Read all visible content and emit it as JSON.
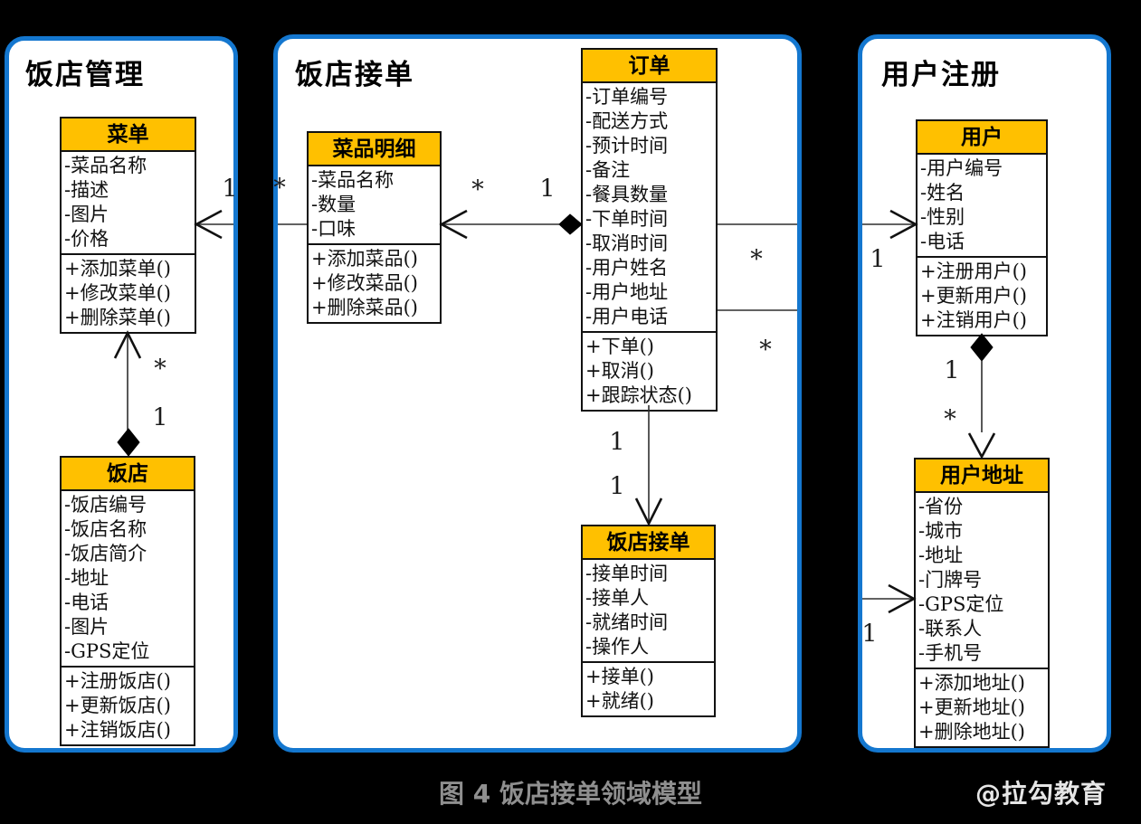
{
  "figure": {
    "caption": "图 4 饭店接单领域模型",
    "watermark": "@拉勾教育"
  },
  "colors": {
    "background": "#000000",
    "panel_border": "#1477CF",
    "class_header_fill": "#FFC000",
    "class_border": "#111111",
    "caption_text": "#8f8f8f",
    "watermark_text": "#e6e6e6"
  },
  "panels": [
    {
      "title": "饭店管理"
    },
    {
      "title": "饭店接单"
    },
    {
      "title": "用户注册"
    }
  ],
  "classes": [
    {
      "name": "菜单",
      "attributes": [
        "-菜品名称",
        "-描述",
        "-图片",
        "-价格"
      ],
      "methods": [
        "+添加菜单()",
        "+修改菜单()",
        "+删除菜单()"
      ]
    },
    {
      "name": "饭店",
      "attributes": [
        "-饭店编号",
        "-饭店名称",
        "-饭店简介",
        "-地址",
        "-电话",
        "-图片",
        "-GPS定位"
      ],
      "methods": [
        "+注册饭店()",
        "+更新饭店()",
        "+注销饭店()"
      ]
    },
    {
      "name": "菜品明细",
      "attributes": [
        "-菜品名称",
        "-数量",
        "-口味"
      ],
      "methods": [
        "+添加菜品()",
        "+修改菜品()",
        "+删除菜品()"
      ]
    },
    {
      "name": "订单",
      "attributes": [
        "-订单编号",
        "-配送方式",
        "-预计时间",
        "-备注",
        "-餐具数量",
        "-下单时间",
        "-取消时间",
        "-用户姓名",
        "-用户地址",
        "-用户电话"
      ],
      "methods": [
        "+下单()",
        "+取消()",
        "+跟踪状态()"
      ]
    },
    {
      "name": "饭店接单",
      "attributes": [
        "-接单时间",
        "-接单人",
        "-就绪时间",
        "-操作人"
      ],
      "methods": [
        "+接单()",
        "+就绪()"
      ]
    },
    {
      "name": "用户",
      "attributes": [
        "-用户编号",
        "-姓名",
        "-性别",
        "-电话"
      ],
      "methods": [
        "+注册用户()",
        "+更新用户()",
        "+注销用户()"
      ]
    },
    {
      "name": "用户地址",
      "attributes": [
        "-省份",
        "-城市",
        "-地址",
        "-门牌号",
        "-GPS定位",
        "-联系人",
        "-手机号"
      ],
      "methods": [
        "+添加地址()",
        "+更新地址()",
        "+删除地址()"
      ]
    }
  ],
  "multiplicities": [
    "1",
    "*",
    "*",
    "1",
    "*",
    "1",
    "*",
    "1",
    "*",
    "1",
    "1",
    "1",
    "1",
    "*"
  ]
}
